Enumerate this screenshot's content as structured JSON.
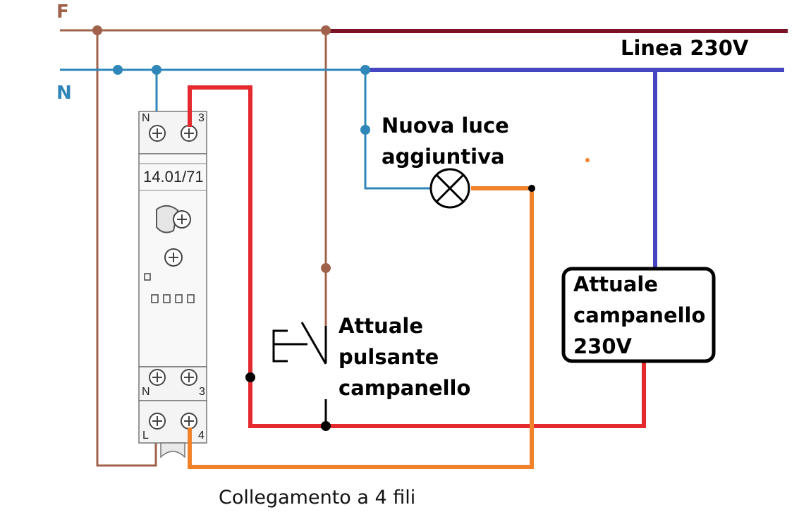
{
  "labels": {
    "phase": "F",
    "neutral": "N",
    "line": "Linea 230V",
    "new_light": [
      "Nuova luce",
      "aggiuntiva"
    ],
    "button": [
      "Attuale",
      "pulsante",
      "campanello"
    ],
    "bell": [
      "Attuale",
      "campanello",
      "230V"
    ],
    "caption": "Collegamento a 4 fili"
  },
  "device": {
    "model": "14.01/71",
    "top_terminals": [
      "N",
      "3"
    ],
    "bottom_terminals_1": [
      "N",
      "3"
    ],
    "bottom_terminals_2": [
      "L",
      "4"
    ]
  },
  "colors": {
    "phase_wire": "#a0624a",
    "phase_line": "#7d1426",
    "neutral_wire": "#2f86b8",
    "neutral_line": "#4645c4",
    "red_wire": "#e42a2e",
    "orange_wire": "#f2822a"
  }
}
